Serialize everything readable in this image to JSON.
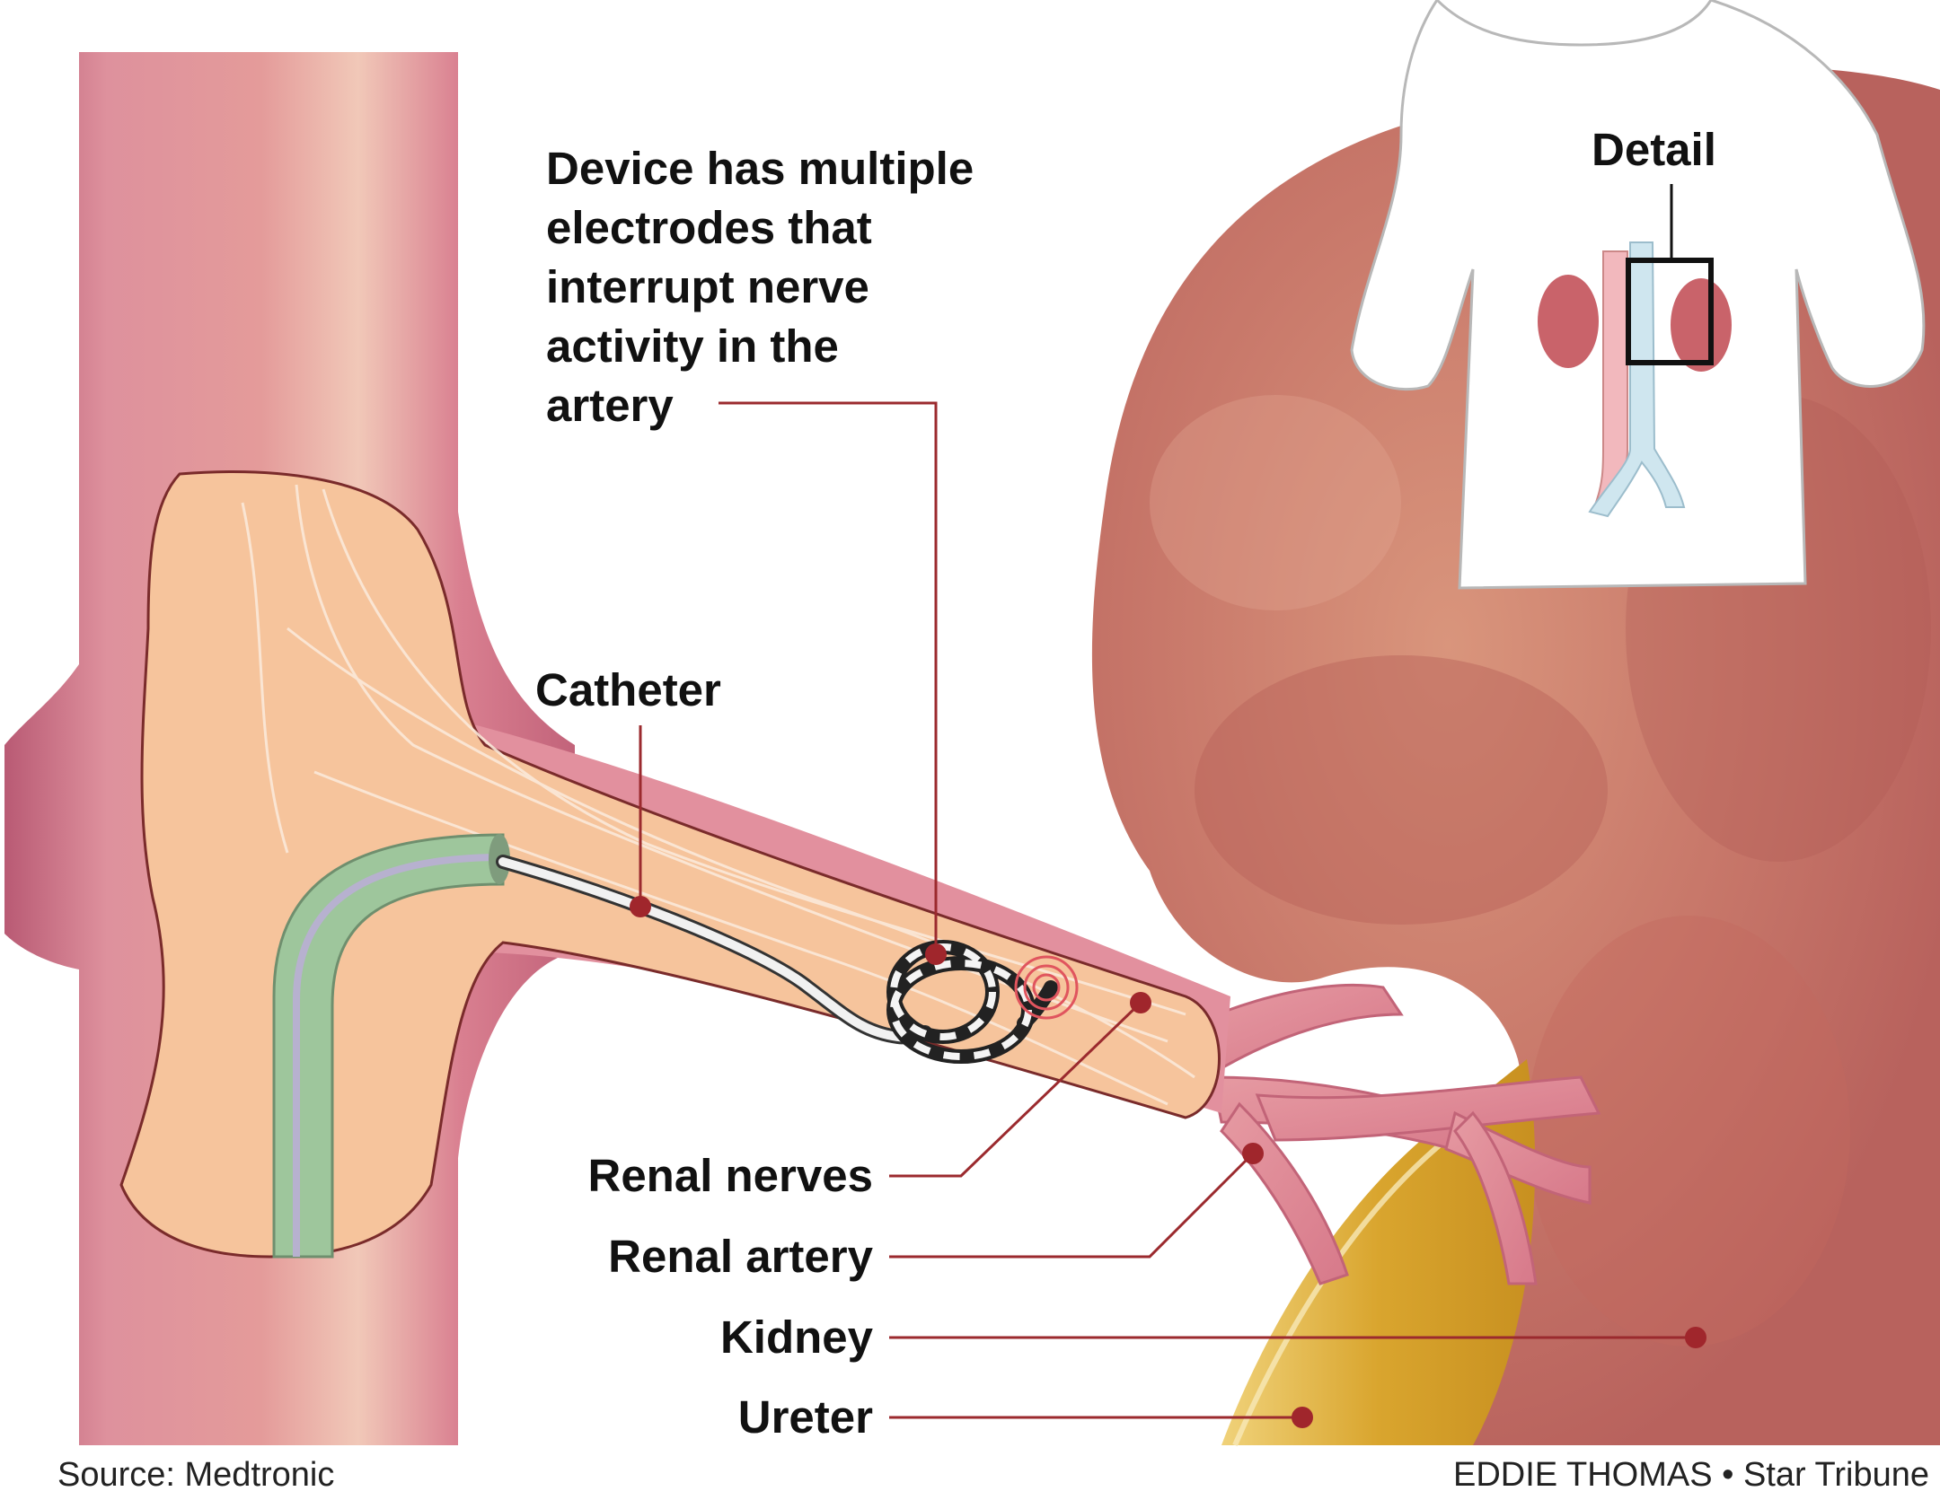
{
  "labels": {
    "device_line1": "Device has multiple",
    "device_line2": "electrodes that",
    "device_line3": "interrupt nerve",
    "device_line4": "activity in the",
    "device_line5": "artery",
    "catheter": "Catheter",
    "detail": "Detail",
    "renal_nerves": "Renal nerves",
    "renal_artery": "Renal artery",
    "kidney": "Kidney",
    "ureter": "Ureter"
  },
  "credits": {
    "source": "Source: Medtronic",
    "author": "EDDIE THOMAS • Star Tribune"
  },
  "colors": {
    "aorta": "#d9899a",
    "kidney": "#c97a68",
    "cutaway": "#f6c49c",
    "catheter_sheath": "#9ec69c",
    "ureter": "#d8a12c",
    "leader": "#9b2a2e"
  }
}
